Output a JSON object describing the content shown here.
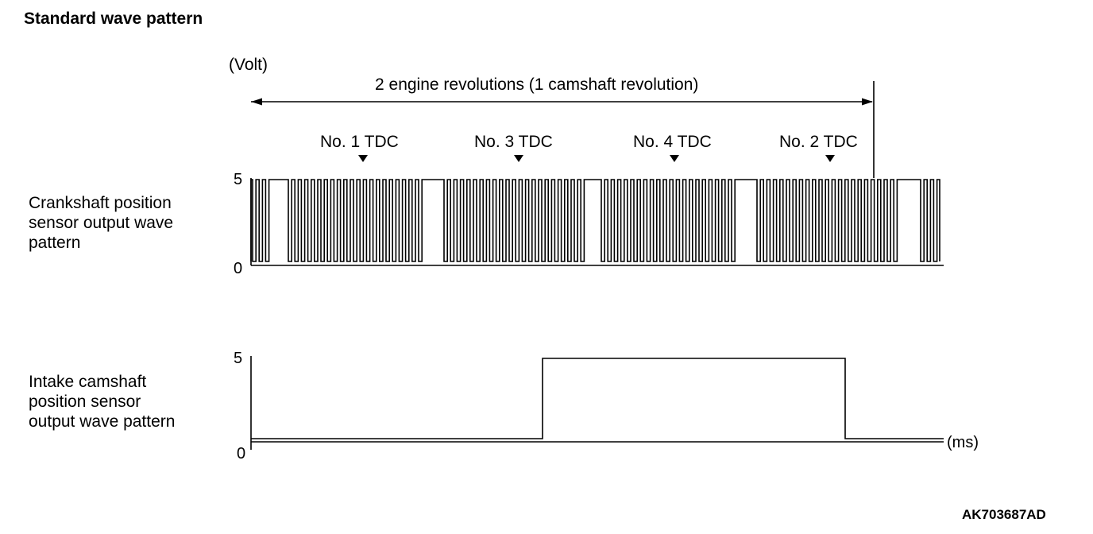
{
  "title": "Standard wave pattern",
  "y_unit": "(Volt)",
  "x_unit": "(ms)",
  "span_label": "2 engine revolutions (1 camshaft revolution)",
  "tdc_markers": [
    {
      "label": "No. 1 TDC"
    },
    {
      "label": "No. 3 TDC"
    },
    {
      "label": "No. 4 TDC"
    },
    {
      "label": "No. 2 TDC"
    }
  ],
  "crank": {
    "label_lines": [
      "Crankshaft position",
      "sensor output wave",
      "pattern"
    ],
    "tick_high": "5",
    "tick_low": "0"
  },
  "cam": {
    "label_lines": [
      "Intake camshaft",
      "position sensor",
      "output wave pattern"
    ],
    "tick_high": "5",
    "tick_low": "0"
  },
  "figure_code": "AK703687AD"
}
